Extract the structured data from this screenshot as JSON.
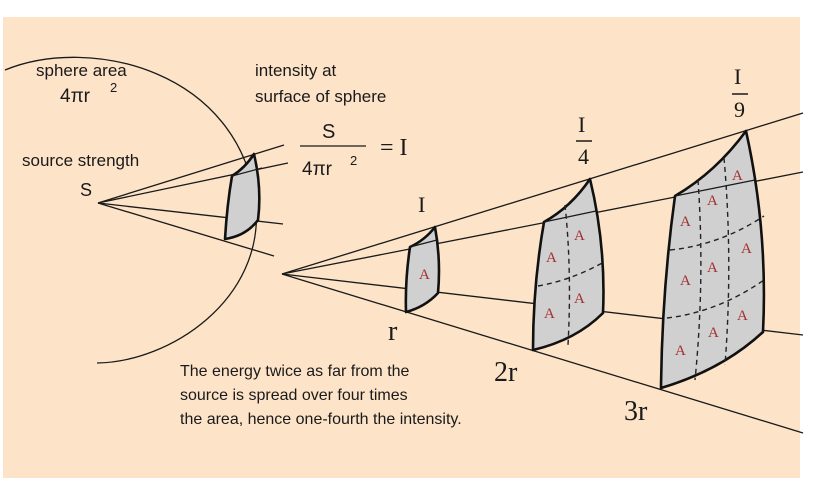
{
  "labels": {
    "sphere_area": "sphere area",
    "sphere_formula": "4πr",
    "sphere_exp": "2",
    "intensity_line1": "intensity at",
    "intensity_line2": "surface of sphere",
    "source_strength": "source strength",
    "source_symbol": "S",
    "fraction_num": "S",
    "fraction_den": "4πr",
    "fraction_exp": "2",
    "equals_I": "= I",
    "intensity_r": "I",
    "intensity_2r_num": "I",
    "intensity_2r_den": "4",
    "intensity_3r_num": "I",
    "intensity_3r_den": "9",
    "dist_r": "r",
    "dist_2r": "2r",
    "dist_3r": "3r",
    "area_unit": "A"
  },
  "caption": {
    "line1": "The energy twice as far from the",
    "line2": "source is spread over four times",
    "line3": "the area, hence one-fourth the intensity."
  },
  "colors": {
    "background": "#fde4c9",
    "patch": "#d0d0d0",
    "area_label": "#a33030"
  }
}
